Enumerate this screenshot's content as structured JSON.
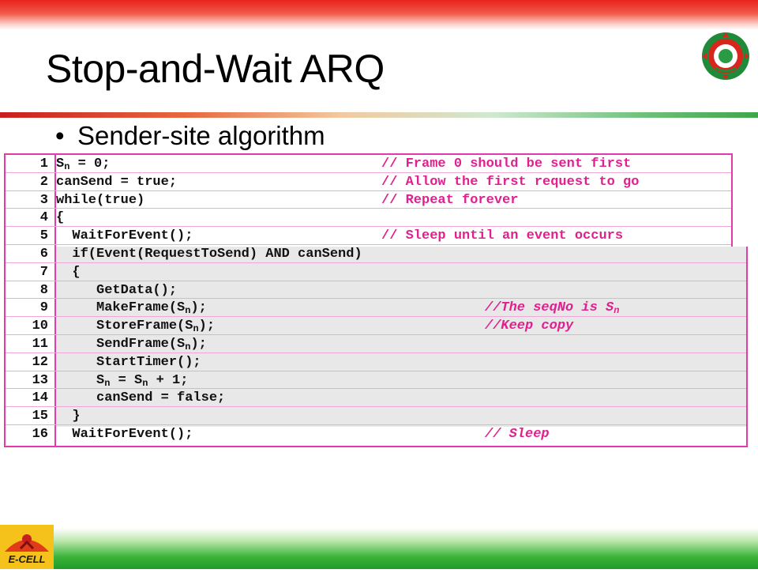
{
  "slide": {
    "title": "Stop-and-Wait ARQ",
    "bullet": "Sender-site algorithm"
  },
  "code_lines": [
    {
      "n": "1",
      "pre": "S",
      "sub": "n",
      "post": " = 0;",
      "comment": "// Frame 0 should be sent first",
      "csub": ""
    },
    {
      "n": "2",
      "pre": "canSend = true;",
      "sub": "",
      "post": "",
      "comment": "// Allow the first request to go",
      "csub": ""
    },
    {
      "n": "3",
      "pre": "while(true)",
      "sub": "",
      "post": "",
      "comment": "// Repeat forever",
      "csub": ""
    },
    {
      "n": "4",
      "pre": "{",
      "sub": "",
      "post": "",
      "comment": "",
      "csub": ""
    },
    {
      "n": "5",
      "pre": "  WaitForEvent();",
      "sub": "",
      "post": "",
      "comment": "// Sleep until an event occurs",
      "csub": ""
    },
    {
      "n": "6",
      "pre": "  if(Event(RequestToSend) AND canSend)",
      "sub": "",
      "post": "",
      "comment": "",
      "csub": ""
    },
    {
      "n": "7",
      "pre": "  {",
      "sub": "",
      "post": "",
      "comment": "",
      "csub": ""
    },
    {
      "n": "8",
      "pre": "     GetData();",
      "sub": "",
      "post": "",
      "comment": "",
      "csub": ""
    },
    {
      "n": "9",
      "pre": "     MakeFrame(S",
      "sub": "n",
      "post": ");",
      "comment": "//The seqNo is S",
      "csub": "n"
    },
    {
      "n": "10",
      "pre": "     StoreFrame(S",
      "sub": "n",
      "post": ");",
      "comment": "//Keep copy",
      "csub": ""
    },
    {
      "n": "11",
      "pre": "     SendFrame(S",
      "sub": "n",
      "post": ");",
      "comment": "",
      "csub": ""
    },
    {
      "n": "12",
      "pre": "     StartTimer();",
      "sub": "",
      "post": "",
      "comment": "",
      "csub": ""
    },
    {
      "n": "13",
      "pre": "     S",
      "sub": "n",
      "post": " = S",
      "sub2": "n",
      "post2": " + 1;",
      "comment": "",
      "csub": ""
    },
    {
      "n": "14",
      "pre": "     canSend = false;",
      "sub": "",
      "post": "",
      "comment": "",
      "csub": ""
    },
    {
      "n": "15",
      "pre": "  }",
      "sub": "",
      "post": "",
      "comment": "",
      "csub": ""
    },
    {
      "n": "16",
      "pre": "  WaitForEvent();",
      "sub": "",
      "post": "",
      "comment": "// Sleep",
      "csub": ""
    }
  ],
  "colors": {
    "comment": "#e0208f",
    "frame": "#e23aa9",
    "top_band": "#e8231e",
    "bottom_band": "#1f9a2a"
  },
  "logos": {
    "top_right": "institute-emblem-icon",
    "bottom_left": "e-cell-logo-icon",
    "bottom_left_text": "E-CELL"
  }
}
